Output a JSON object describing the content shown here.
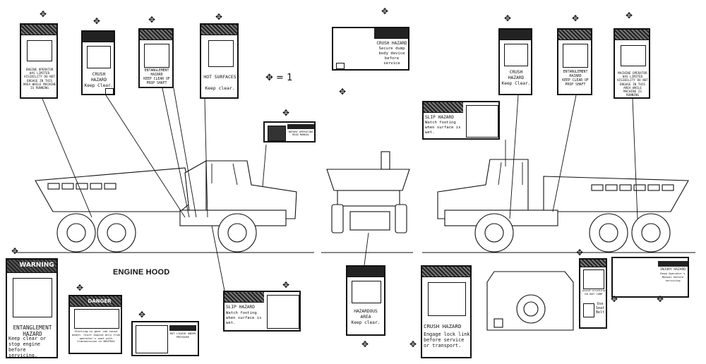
{
  "legend": {
    "text": "= 1"
  },
  "engine_hood_label": "ENGINE HOOD",
  "decals": {
    "visibility_left": {
      "text": "ENGINE OPERATOR HAS LIMITED VISIBILITY DO NOT ENGAGE IN THIS AREA WHILE MACHINE IS RUNNING"
    },
    "crush_left": {
      "title": "CRUSH HAZARD",
      "body": "Keep Clear."
    },
    "entangle_left": {
      "title": "ENTANGLEMENT HAZARD",
      "body": "KEEP CLEAR OF PROP SHAFT"
    },
    "hot_surfaces": {
      "title": "HOT SURFACES",
      "body": "Keep clear."
    },
    "crush_dump": {
      "title": "CRUSH HAZARD",
      "body": "Secure dump body device before service"
    },
    "crush_right": {
      "title": "CRUSH HAZARD",
      "body": "Keep Clear."
    },
    "entangle_right": {
      "title": "ENTANGLEMENT HAZARD",
      "body": "KEEP CLEAR OF PROP SHAFT"
    },
    "visibility_right": {
      "text": "MACHINE OPERATOR HAS LIMITED VISIBILITY DO NOT ENGAGE IN THIS AREA WHILE MACHINE IS RUNNING"
    },
    "slip_right": {
      "title": "SLIP HAZARD",
      "body": "Watch footing when surface is wet."
    },
    "small_cab": {
      "text": "BEFORE OPERATING READ MANUAL"
    },
    "warning_entangle": {
      "header": "WARNING",
      "title": "ENTANGLEMENT HAZARD",
      "body": "Keep clear or stop engine before servicing."
    },
    "danger_start": {
      "header": "DANGER",
      "body": "Starting in gear can cause death. Start engine only from operator's seat with transmission in NEUTRAL"
    },
    "pressure": {
      "body": "HOT LIQUID UNDER PRESSURE"
    },
    "slip_center": {
      "title": "SLIP HAZARD",
      "body": "Watch footing when surface is wet."
    },
    "hazard_area": {
      "title": "HAZARDOUS AREA",
      "body": "Keep clear."
    },
    "crush_lock": {
      "title": "CRUSH HAZARD",
      "body": "Engage lock link before service or transport."
    },
    "seat_belt": {
      "top": "Avoid crushing DO NOT JUMP",
      "bottom": "Use Seat Belt"
    },
    "manual": {
      "title": "INJURY HAZARD",
      "body": "Read Operator's Manual before servicing"
    }
  }
}
